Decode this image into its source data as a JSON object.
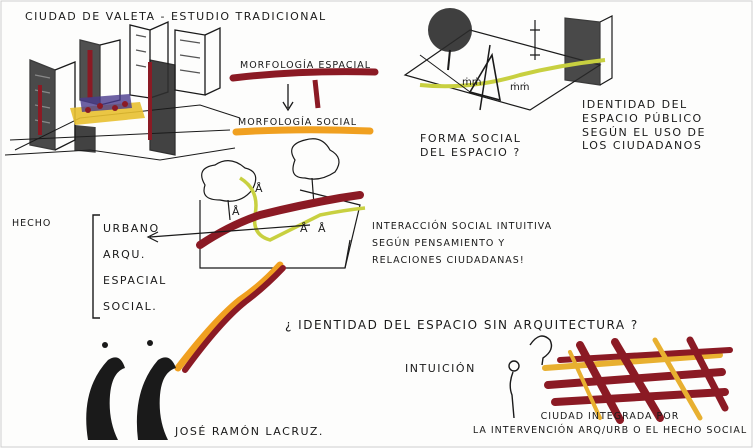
{
  "sketch": {
    "title": "Ciudad de Valeta - Estudio Tradicional",
    "morphology_top": "Morfología espacial",
    "morphology_bottom": "Morfología social",
    "forma_social": [
      "Forma social",
      "del espacio ?"
    ],
    "identidad_publico": [
      "Identidad del",
      "espacio público",
      "según el uso de",
      "los ciudadanos"
    ],
    "hecho_label": "Hecho",
    "hecho_items": [
      "Urbano",
      "Arqu.",
      "Espacial",
      "Social."
    ],
    "interaccion": [
      "Interacción social intuitiva",
      "según pensamiento y",
      "relaciones ciudadanas!"
    ],
    "identidad_question": "¿ Identidad del espacio sin arquitectura ?",
    "intuicion": "Intuición",
    "signature": "José Ramón Lacruz.",
    "ciudad_integrada": [
      "Ciudad integrada por",
      "la intervención arq/urb o el hecho social"
    ],
    "colors": {
      "ink": "#1a1a1a",
      "maroon": "#8b1a24",
      "ochre": "#e0a020",
      "lime": "#c8d040",
      "purple": "#4a3b8c"
    }
  }
}
